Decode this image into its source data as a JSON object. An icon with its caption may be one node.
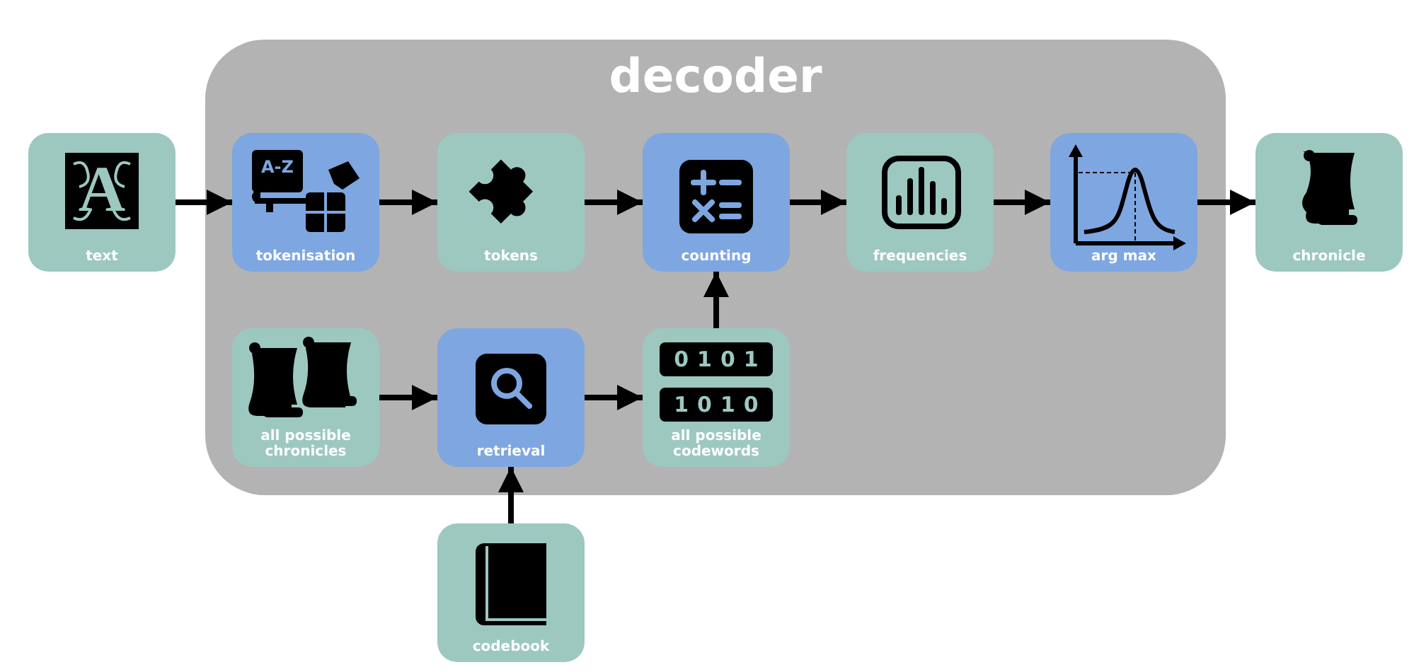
{
  "diagram": {
    "nodes": [
      {
        "text": [
          "decoder"
        ]
      },
      {
        "text": [
          "text"
        ]
      },
      {
        "text": [
          "tokenisation"
        ],
        "in": 0
      },
      {
        "text": [
          "tokens"
        ],
        "in": 0
      },
      {
        "text": [
          "counting"
        ],
        "in": 0
      },
      {
        "text": [
          "frequencies"
        ],
        "in": 0
      },
      {
        "text": [
          "arg max"
        ],
        "in": 0
      },
      {
        "text": [
          "chronicle"
        ]
      },
      {
        "text": [
          "all possible chronicles"
        ],
        "in": 0
      },
      {
        "text": [
          "retrieval"
        ],
        "in": 0
      },
      {
        "text": [
          "all possible codewords"
        ],
        "in": 0
      },
      {
        "text": [
          "codebook"
        ]
      }
    ],
    "edges": [
      {
        "from": 1,
        "to": 2,
        "arrow": "to"
      },
      {
        "from": 2,
        "to": 3,
        "arrow": "to"
      },
      {
        "from": 3,
        "to": 4,
        "arrow": "to"
      },
      {
        "from": 4,
        "to": 5,
        "arrow": "to"
      },
      {
        "from": 5,
        "to": 6,
        "arrow": "to"
      },
      {
        "from": 6,
        "to": 7,
        "arrow": "to"
      },
      {
        "from": 8,
        "to": 9,
        "arrow": "to"
      },
      {
        "from": 9,
        "to": 10,
        "arrow": "to"
      },
      {
        "from": 10,
        "to": 4,
        "arrow": "to"
      },
      {
        "from": 11,
        "to": 9,
        "arrow": "to"
      }
    ],
    "labels": [
      "A",
      "A-Z",
      "0101",
      "1010"
    ]
  }
}
